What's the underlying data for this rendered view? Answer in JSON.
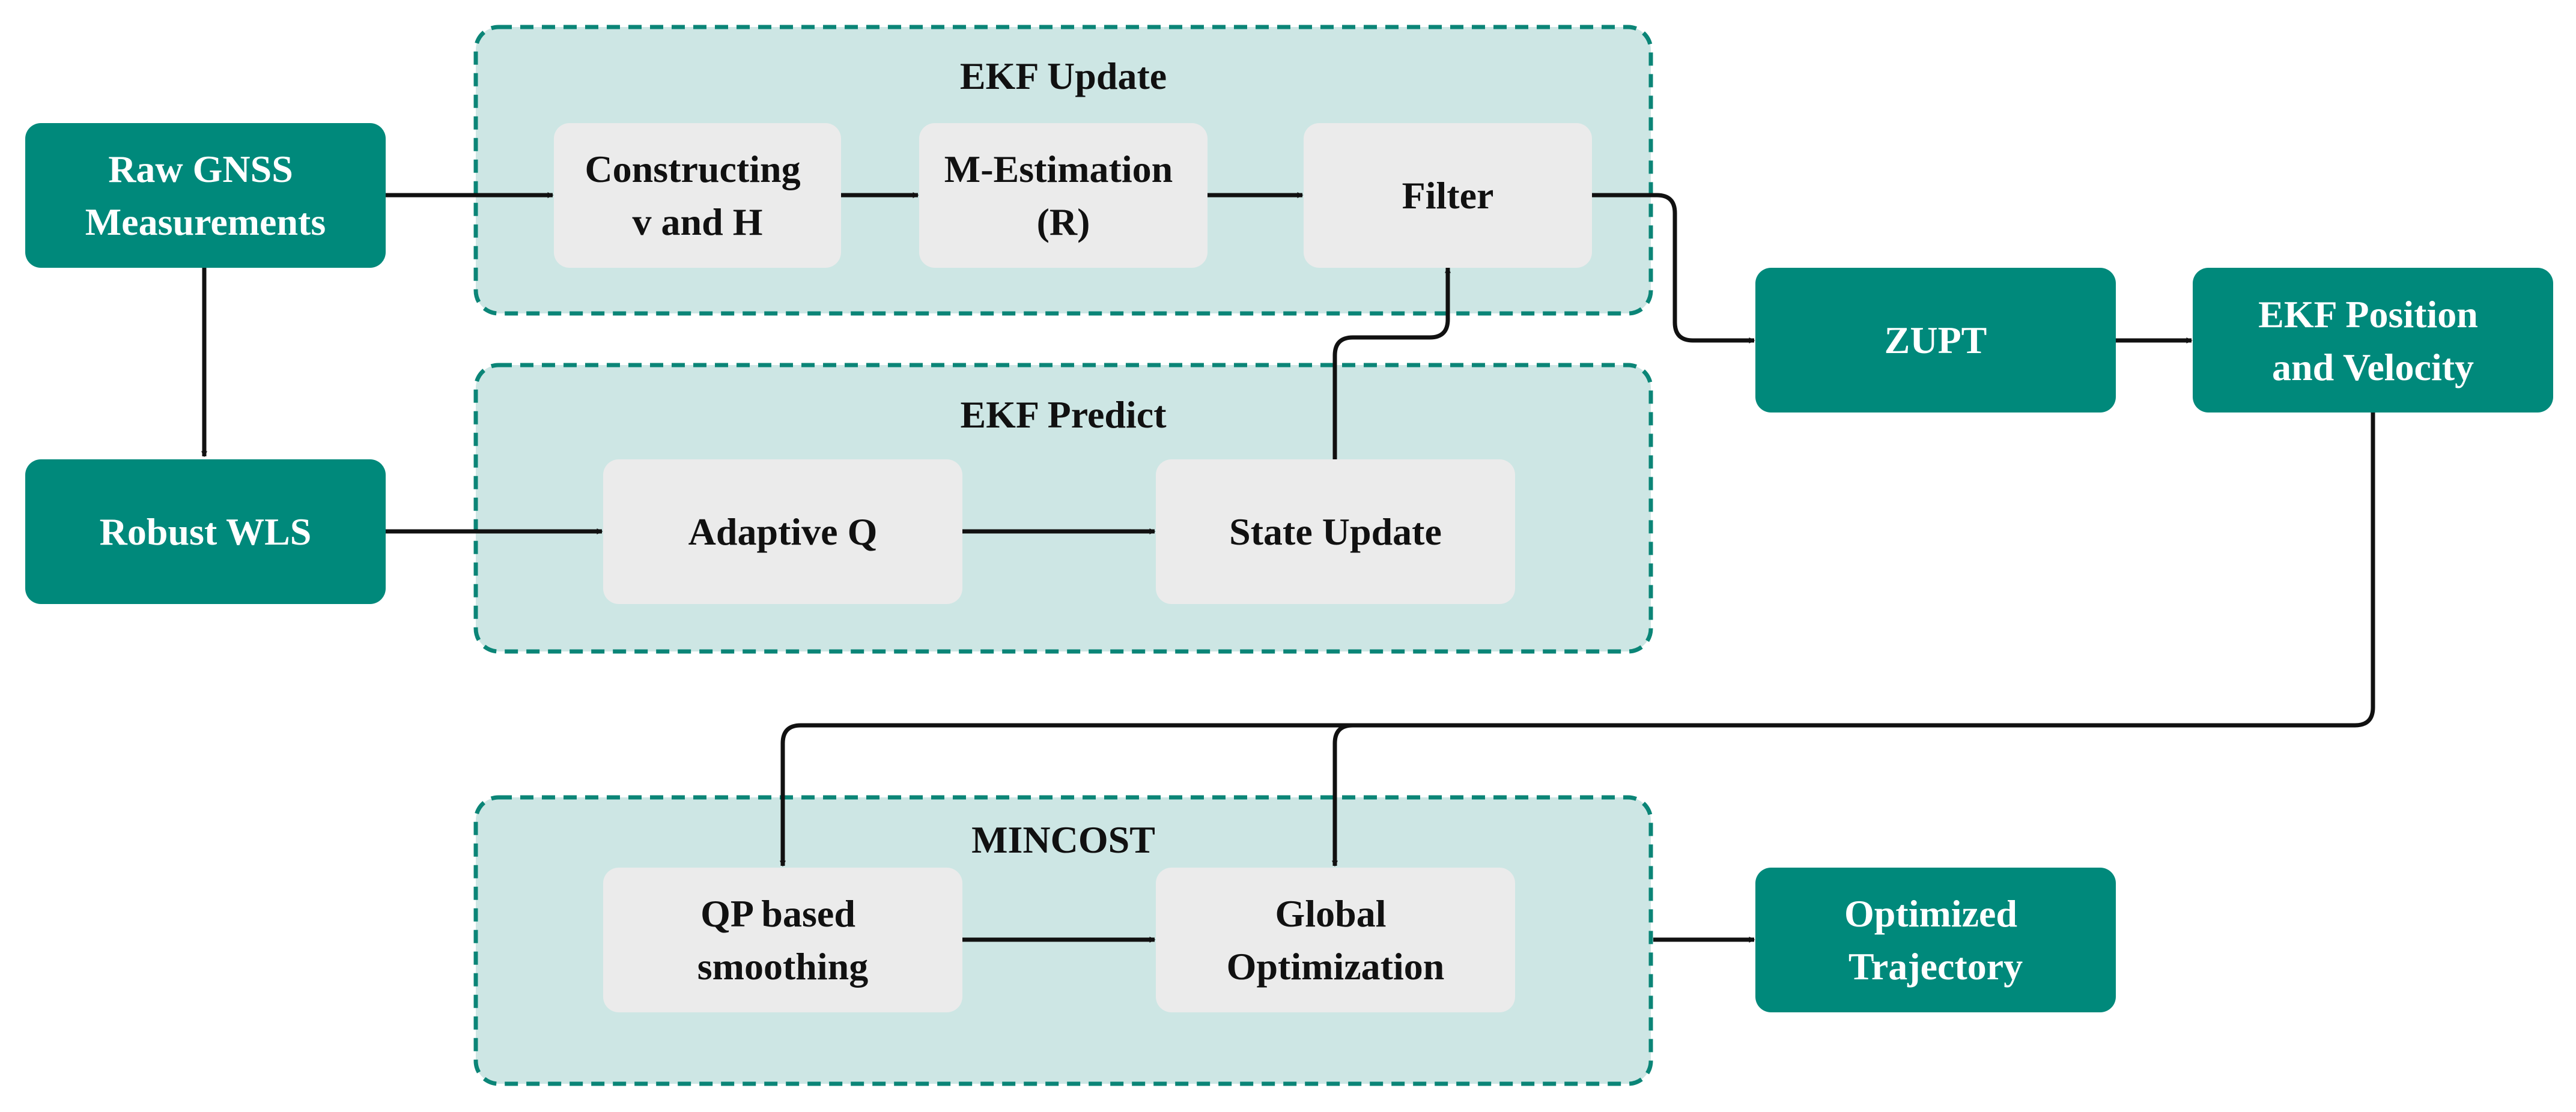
{
  "colors": {
    "teal": "#00897b",
    "group_fill": "#cde6e4",
    "group_border": "#0b8577",
    "inner_fill": "#ebebeb",
    "text_dark": "#111111",
    "text_light": "#ffffff",
    "arrow": "#111111"
  },
  "groups": {
    "ekf_update": {
      "title": "EKF Update"
    },
    "ekf_predict": {
      "title": "EKF Predict"
    },
    "mincost": {
      "title": "MINCOST"
    }
  },
  "nodes": {
    "raw_gnss": {
      "lines": [
        "Raw GNSS",
        "Measurements"
      ]
    },
    "robust_wls": {
      "lines": [
        "Robust WLS"
      ]
    },
    "constructing": {
      "lines": [
        "Constructing",
        "v and H"
      ]
    },
    "m_estimation": {
      "lines": [
        "M-Estimation",
        "(R)"
      ]
    },
    "filter": {
      "lines": [
        "Filter"
      ]
    },
    "adaptive_q": {
      "lines": [
        "Adaptive Q"
      ]
    },
    "state_update": {
      "lines": [
        "State Update"
      ]
    },
    "zupt": {
      "lines": [
        "ZUPT"
      ]
    },
    "ekf_pos_vel": {
      "lines": [
        "EKF Position",
        "and Velocity"
      ]
    },
    "qp_smoothing": {
      "lines": [
        "QP based",
        "smoothing"
      ]
    },
    "global_opt": {
      "lines": [
        "Global",
        "Optimization"
      ]
    },
    "optimized_traj": {
      "lines": [
        "Optimized",
        "Trajectory"
      ]
    }
  }
}
